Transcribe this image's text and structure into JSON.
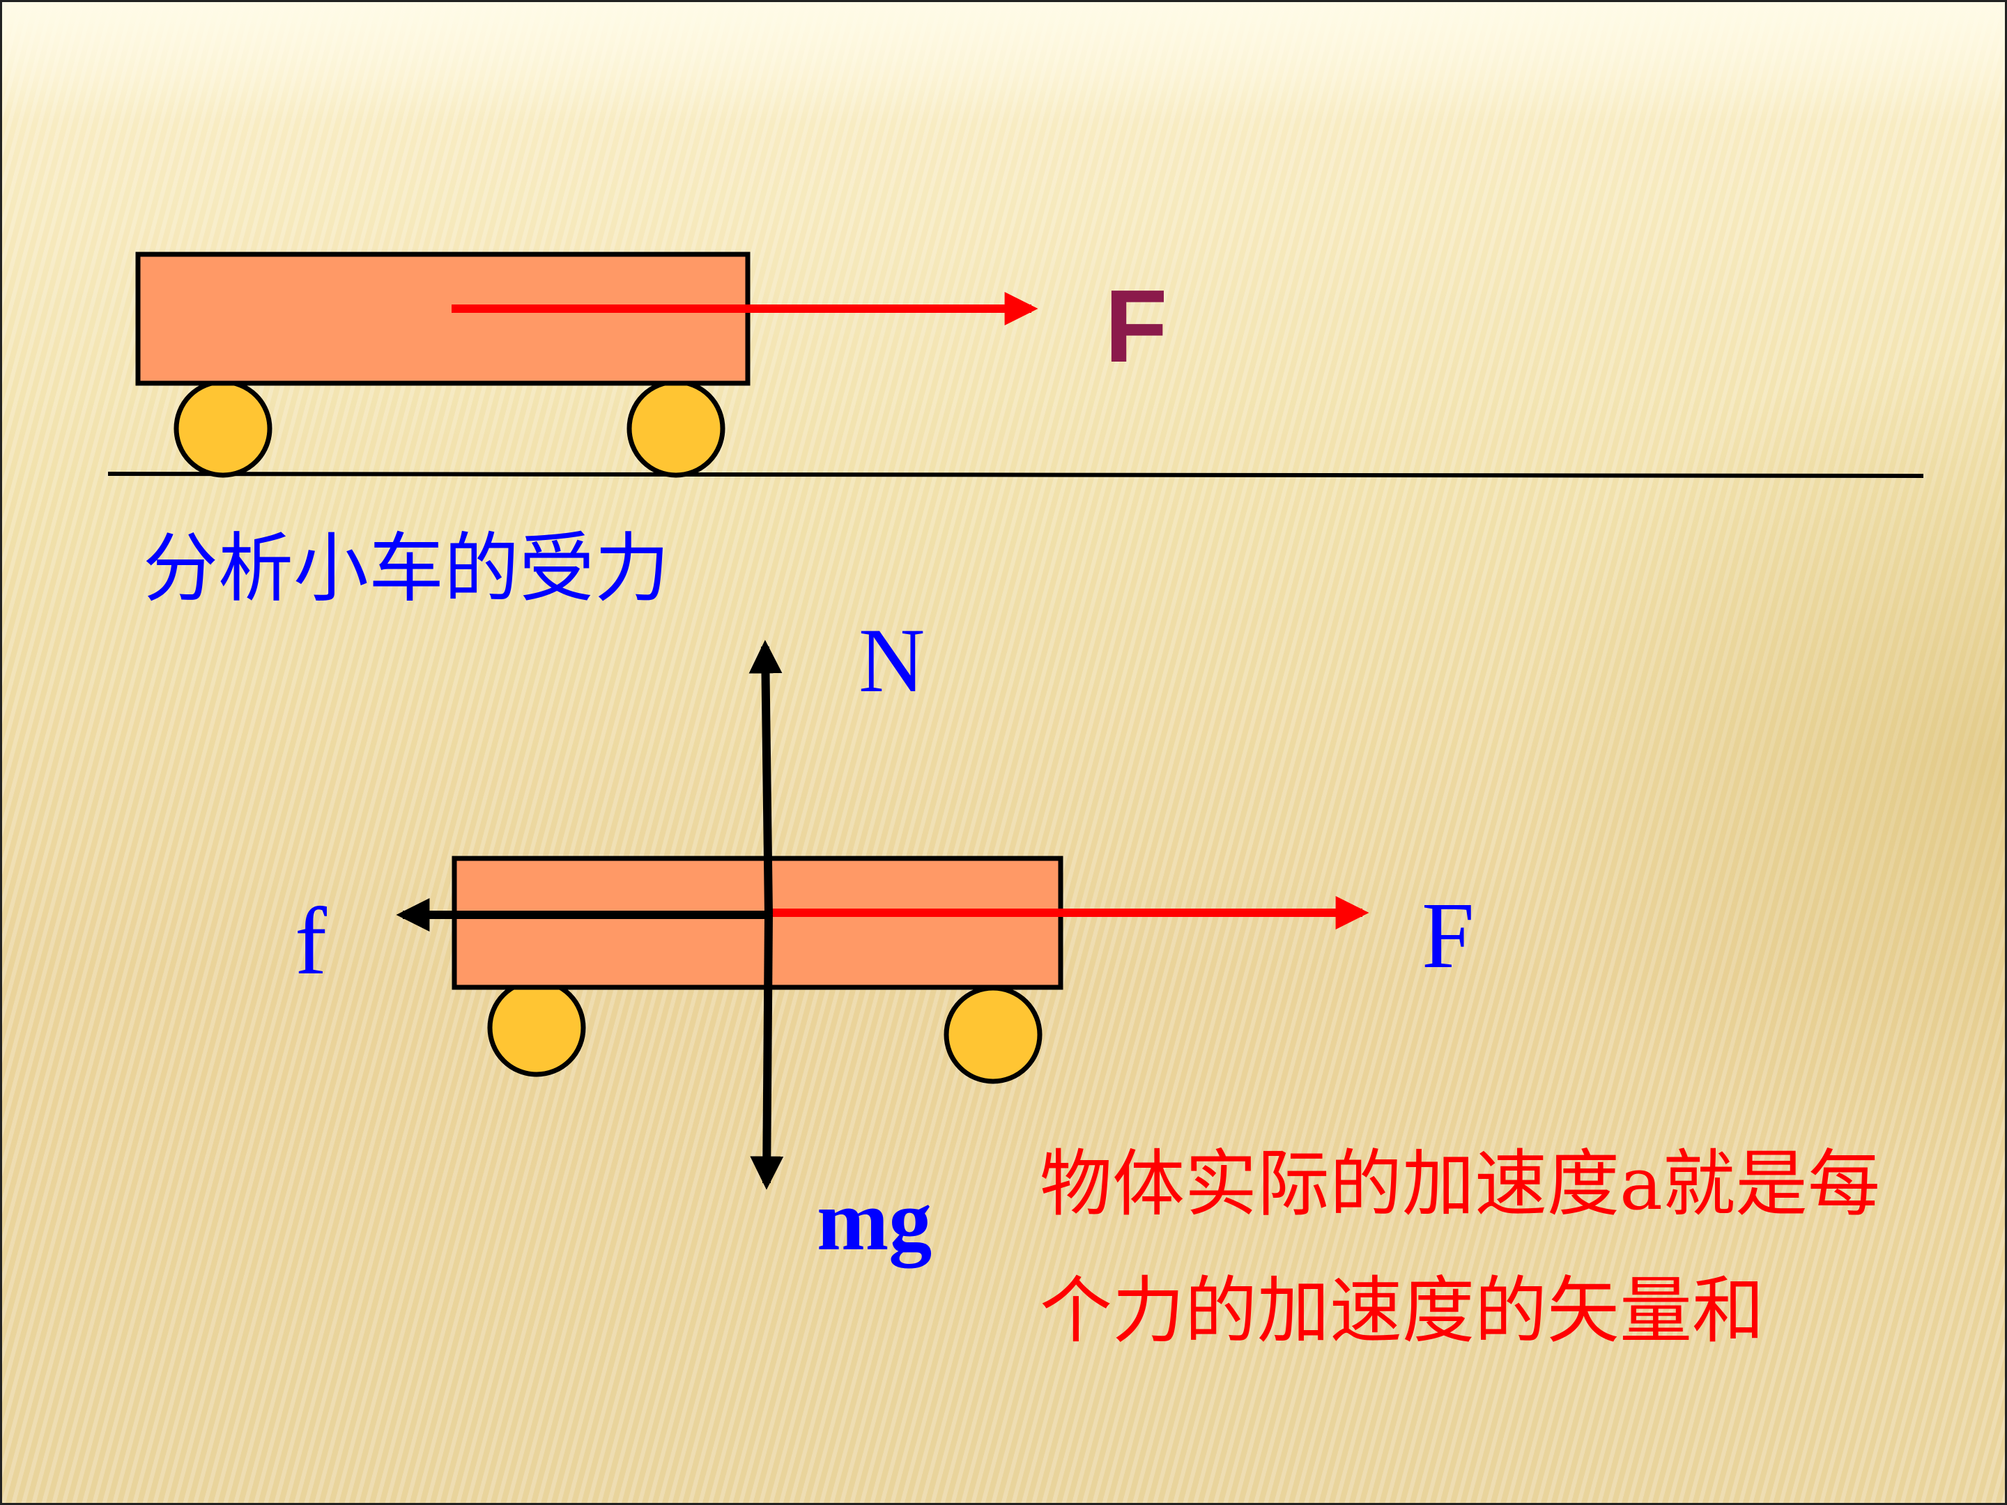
{
  "top_scene": {
    "force_label": "F"
  },
  "caption": "分析小车的受力",
  "free_body": {
    "normal_label": "N",
    "weight_label": "mg",
    "friction_label": "f",
    "applied_label": "F"
  },
  "conclusion": {
    "line1": "物体实际的加速度a就是每",
    "line2": "个力的加速度的矢量和"
  },
  "colors": {
    "cart_fill": "#ff9966",
    "wheel_fill": "#ffc533",
    "outline": "#000000",
    "applied_force": "#ff0000",
    "top_force_label": "#8b1a4b",
    "blue_text": "#0000ff",
    "red_text": "#ff0000"
  }
}
